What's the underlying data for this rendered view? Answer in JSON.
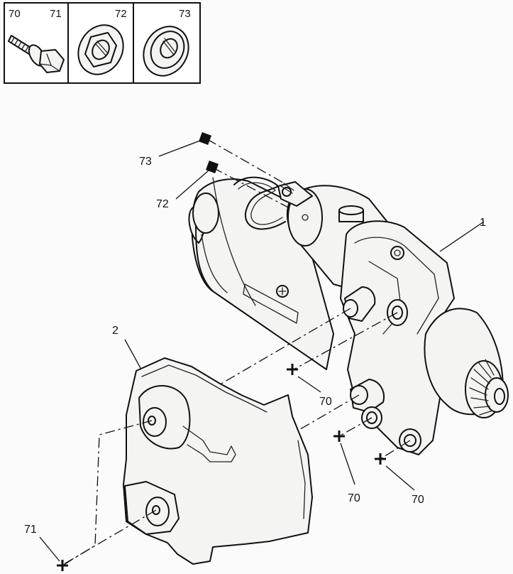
{
  "key_box": {
    "cells": [
      {
        "left_label": "70",
        "right_label": "71"
      },
      {
        "label": "72"
      },
      {
        "label": "73"
      }
    ]
  },
  "callouts": {
    "starter_motor": "1",
    "heat_shield": "2",
    "nut_73": "73",
    "nut_72": "72",
    "bolt_70_a": "70",
    "bolt_70_b": "70",
    "bolt_70_c": "70",
    "bolt_71": "71"
  }
}
